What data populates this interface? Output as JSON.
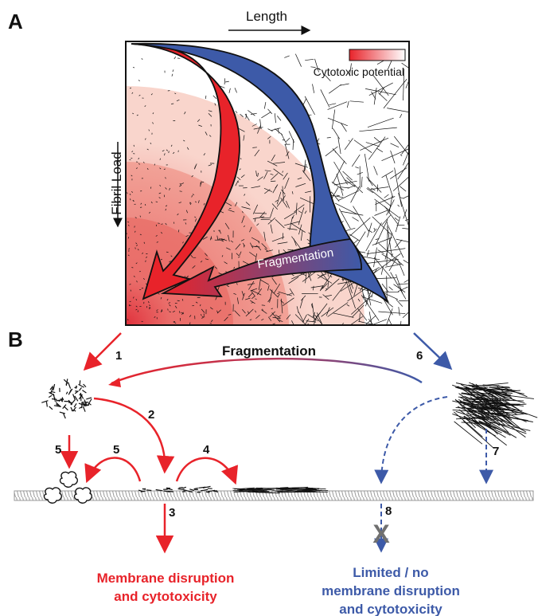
{
  "panel_a": {
    "label": "A",
    "x_axis_label": "Length",
    "y_axis_label": "Fibril Load",
    "legend_label": "Cytotoxic potential",
    "inner_arrow_label": "Fragmentation"
  },
  "panel_b": {
    "label": "B",
    "fragmentation_label": "Fragmentation",
    "steps": [
      "1",
      "2",
      "3",
      "4",
      "5",
      "5",
      "6",
      "7",
      "8"
    ],
    "outcome_red": [
      "Membrane disruption",
      "and cytotoxicity"
    ],
    "outcome_blue": [
      "Limited / no",
      "membrane disruption",
      "and cytotoxicity"
    ],
    "block_mark": "X"
  },
  "colors": {
    "red": "#e8232a",
    "blue": "#3d5aa8",
    "membrane": "#b9b9b9",
    "gradient_light": "#f9d5cc",
    "gradient_mid": "#f3aa9e",
    "gradient_dark": "#ec7d72"
  }
}
